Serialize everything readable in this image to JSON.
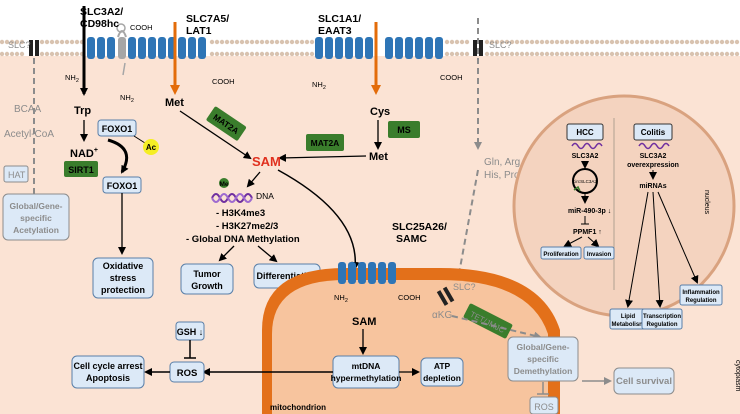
{
  "transporters": {
    "slc3a2": "SLC3A2/",
    "cd98hc": "CD98hc",
    "slc7a5": "SLC7A5/",
    "lat1": "LAT1",
    "slc1a1": "SLC1A1/",
    "eaat3": "EAAT3",
    "slc_left": "SLC?",
    "slc_right": "SLC?",
    "slc_mito": "SLC?",
    "slc25a26": "SLC25A26/",
    "samc": "SAMC",
    "cooh": "COOH",
    "nh2": "NH",
    "nh2_sub": "2"
  },
  "metabolites": {
    "bcaa": "BCAA",
    "acetyl_coa": "Acetyl-CoA",
    "trp": "Trp",
    "nad": "NAD",
    "nad_sup": "+",
    "met": "Met",
    "cys": "Cys",
    "gln": "Gln, Arg,",
    "his": "His, Pro",
    "sam": "SAM",
    "ac": "Ac",
    "me": "Me",
    "dna": "DNA",
    "akg": "αKG",
    "ros": "ROS",
    "gsh": "GSH"
  },
  "enzymes": {
    "hat": "HAT",
    "foxo1": "FOXO1",
    "sirt1": "SIRT1",
    "mat2a": "MAT2A",
    "ms": "MS",
    "tet_mdc": "TET/JMJC"
  },
  "texts": {
    "global_acetyl": [
      "Global/Gene-",
      "specific",
      "Acetylation"
    ],
    "histone": [
      "- H3K4me3",
      "- H3K27me2/3",
      "- Global DNA Methylation"
    ],
    "oxidative": [
      "Oxidative",
      "stress",
      "protection"
    ],
    "tumor": [
      "Tumor",
      "Growth"
    ],
    "differentiation": "Differentiation",
    "cell_cycle": [
      "Cell cycle arrest",
      "Apoptosis"
    ],
    "mtdna": [
      "mtDNA",
      "hypermethylation"
    ],
    "atp": [
      "ATP",
      "depletion"
    ],
    "global_demethyl": [
      "Global/Gene-",
      "specific",
      "Demethylation"
    ],
    "cell_survival": "Cell survival",
    "mitochondrion": "mitochondrion",
    "nucleus": "nucleus",
    "cytoplasm": "cytoplasm",
    "down_arrow": "↓",
    "up_arrow": "↑"
  },
  "nucleus_panel": {
    "hcc": "HCC",
    "colitis": "Colitis",
    "slc3a2_left": "SLC3A2",
    "slc3a2_right": "SLC3A2",
    "circ": "circSLC3A2",
    "overexpression": "overexpression",
    "mir490": "miR-490-3p",
    "ppmf1": "PPMF1",
    "mirnas": "miRNAs",
    "proliferation": "Proliferation",
    "invasion": "Invasion",
    "lipid": [
      "Lipid",
      "Metabolism"
    ],
    "transcription": [
      "Transcription",
      "Regulation"
    ],
    "inflammation": [
      "Inflammation",
      "Regulation"
    ]
  },
  "colors": {
    "cytoplasm_fill": "#fbe3d4",
    "membrane_blue": "#2e75b6",
    "orange_arrow": "#e36c0a",
    "green_box": "#3a7d2c",
    "sam_red": "#e0301e",
    "mito_orange": "#e3701a",
    "box_fill": "#dce9f7",
    "dna_purple": "#7030a0"
  }
}
